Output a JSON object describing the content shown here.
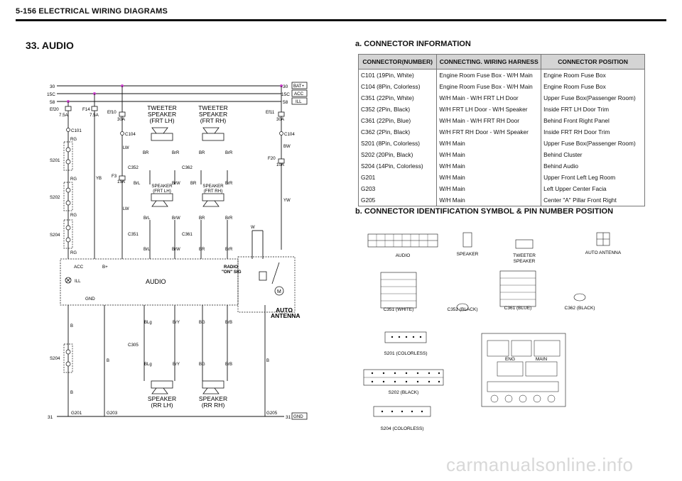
{
  "header": {
    "title": "5-156  ELECTRICAL WIRING DIAGRAMS"
  },
  "section": {
    "title": "33.  AUDIO"
  },
  "diagram": {
    "rails": [
      {
        "left": "30",
        "right": "30",
        "tag": "BAT+"
      },
      {
        "left": "15C",
        "right": "15C",
        "tag": "ACC"
      },
      {
        "left": "58",
        "right": "58",
        "tag": "ILL"
      }
    ],
    "fuses": {
      "ef20_name": "Ef20",
      "ef20_amp": "7.5A",
      "f14_name": "F14",
      "f14_amp": "7.5A",
      "ef10_name": "Ef10",
      "ef10_amp": "30A",
      "ef11_name": "Ef11",
      "ef11_amp": "30A",
      "f3_name": "F3",
      "f3_amp": "15A",
      "f20_name": "F20",
      "f20_amp": "10A"
    },
    "connectors": {
      "c101": "C101",
      "c104a": "C104",
      "c104b": "C104",
      "c352": "C352",
      "c362": "C362",
      "c351": "C351",
      "c361": "C361",
      "c305": "C305",
      "s201": "S201",
      "s202": "S202",
      "s204a": "S204",
      "s204b": "S204",
      "g201": "G201",
      "g203": "G203",
      "g205": "G205"
    },
    "wires": {
      "rg": "RG",
      "yb": "YB",
      "lw": "LW",
      "brl": "BrL",
      "brw": "BrW",
      "br": "BR",
      "brr": "BrR",
      "yw": "YW",
      "bw": "BW",
      "w": "W",
      "b": "B",
      "blg": "BLg",
      "bry": "BrY",
      "bg": "BG",
      "brb": "BrB"
    },
    "components": {
      "tweeter_lh": [
        "TWEETER",
        "SPEAKER",
        "(FRT LH)"
      ],
      "tweeter_rh": [
        "TWEETER",
        "SPEAKER",
        "(FRT RH)"
      ],
      "speaker_frt_lh": [
        "SPEAKER",
        "(FRT LH)"
      ],
      "speaker_frt_rh": [
        "SPEAKER",
        "(FRT RH)"
      ],
      "speaker_rr_lh": [
        "SPEAKER",
        "(RR LH)"
      ],
      "speaker_rr_rh": [
        "SPEAKER",
        "(RR RH)"
      ],
      "audio": "AUDIO",
      "auto_antenna": [
        "AUTO",
        "ANTENNA"
      ],
      "radio_sig": [
        "RADIO",
        "\"ON\" SIG"
      ],
      "acc": "ACC",
      "bplus": "B+",
      "gnd": "GND",
      "ill": "ILL",
      "motor": "M",
      "bottom_left": "31",
      "bottom_right": "31",
      "bottom_tag": "GND"
    }
  },
  "connector_info": {
    "title": "a.  CONNECTOR INFORMATION",
    "headers": [
      "CONNECTOR(NUMBER)",
      "CONNECTING. WIRING HARNESS",
      "CONNECTOR  POSITION"
    ],
    "rows": [
      [
        "C101 (19Pin, White)",
        "Engine Room Fuse Box - W/H Main",
        "Engine Room Fuse Box"
      ],
      [
        "C104 (8Pin, Colorless)",
        "Engine Room Fuse Box - W/H Main",
        "Engine Room Fuse Box"
      ],
      [
        "C351 (22Pin, White)",
        "W/H Main - W/H FRT LH Door",
        "Upper Fuse Box(Passenger Room)"
      ],
      [
        "C352 (2Pin, Black)",
        "W/H FRT LH Door - W/H Speaker",
        "Inside FRT LH Door Trim"
      ],
      [
        "C361 (22Pin, Blue)",
        "W/H Main - W/H FRT RH Door",
        "Behind Front Right Panel"
      ],
      [
        "C362 (2Pin, Black)",
        "W/H FRT RH Door - W/H Speaker",
        "Inside FRT RH Door Trim"
      ],
      [
        "S201 (8Pin, Colorless)",
        "W/H Main",
        "Upper Fuse Box(Passenger Room)"
      ],
      [
        "S202 (20Pin, Black)",
        "W/H Main",
        "Behind Cluster"
      ],
      [
        "S204 (14Pin, Colorless)",
        "W/H Main",
        "Behind Audio"
      ],
      [
        "G201",
        "W/H Main",
        "Upper Front Left Leg Room"
      ],
      [
        "G203",
        "W/H Main",
        "Left Upper Center Facia"
      ],
      [
        "G205",
        "W/H Main",
        "Center \"A\" Pillar Front Right"
      ]
    ]
  },
  "identification": {
    "title": "b.  CONNECTOR IDENTIFICATION SYMBOL & PIN NUMBER POSITION",
    "labels": {
      "audio": "AUDIO",
      "speaker": "SPEAKER",
      "tweeter": [
        "TWEETER",
        "SPEAKER"
      ],
      "antenna": "AUTO  ANTENNA",
      "c351": "C351  (WHITE)",
      "c352": "C352  (BLACK)",
      "c361": "C361  (BLUE)",
      "c362": "C362  (BLACK)",
      "s201": "S201  (COLORLESS)",
      "s202": "S202  (BLACK)",
      "s204": "S204  (COLORLESS)"
    },
    "fusebox": {
      "eng": "ENG",
      "main": "MAIN"
    }
  },
  "footer": {
    "watermark": "carmanualsonline.info"
  }
}
